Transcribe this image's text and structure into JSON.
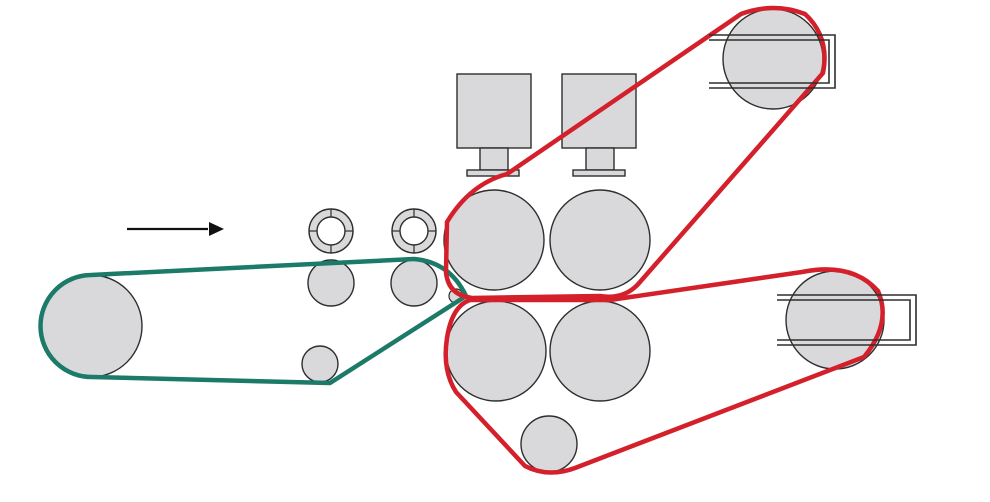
{
  "diagram": {
    "type": "roller-belt-schematic",
    "text_labels": [],
    "colors": {
      "background": "#ffffff",
      "roller_fill": "#d9d9db",
      "outline": "#2e2e2e",
      "infeed_belt": "#1c7a68",
      "press_belts": "#d4202b",
      "arrow": "#111111"
    },
    "feed_direction": "left-to-right",
    "counts": {
      "drive_units": 2,
      "press_rolls": 4,
      "tension_rolls": 2,
      "ring_rollers": 2,
      "infeed_guide_rollers": 5
    }
  }
}
